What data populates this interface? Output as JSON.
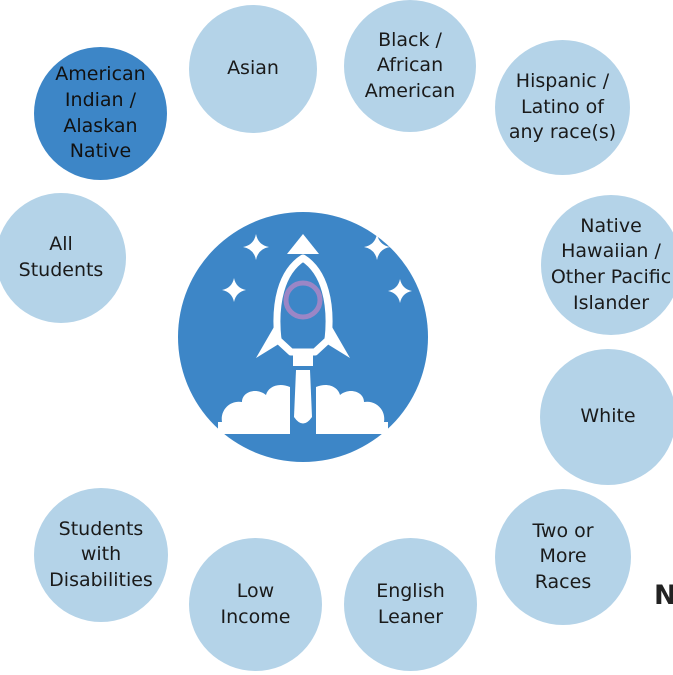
{
  "center_icon": "rocket-launch-icon",
  "colors": {
    "bubble": "#b4d3e8",
    "selected_bubble": "#3d86c7",
    "center": "#3d86c7"
  },
  "groups": [
    {
      "label": "Asian"
    },
    {
      "label": "Black /\nAfrican\nAmerican"
    },
    {
      "label": "Hispanic /\nLatino of\nany race(s)"
    },
    {
      "label": "American\nIndian /\nAlaskan\nNative",
      "selected": true
    },
    {
      "label": "All\nStudents"
    },
    {
      "label": "Native\nHawaiian /\nOther Pacific\nIslander"
    },
    {
      "label": "White"
    },
    {
      "label": "Students\nwith\nDisabilities"
    },
    {
      "label": "Two or\nMore\nRaces"
    },
    {
      "label": "Low\nIncome"
    },
    {
      "label": "English\nLeaner"
    }
  ],
  "cut_text": "N"
}
